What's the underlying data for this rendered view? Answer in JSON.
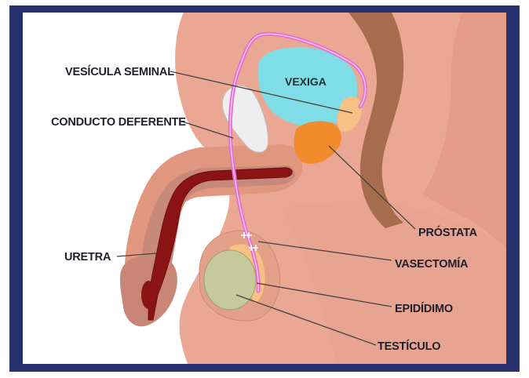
{
  "title": "",
  "labels": {
    "vesicula_seminal": "VESÍCULA SEMINAL",
    "conducto_deferente": "CONDUCTO DEFERENTE",
    "uretra": "URETRA",
    "vexiga": "VEXIGA",
    "prostata": "PRÓSTATA",
    "vasectomia": "VASECTOMÍA",
    "epididimo": "EPIDÍDIMO",
    "testiculo": "TESTÍCULO"
  },
  "colors": {
    "frame": "#26316d",
    "skin": "#e9a993",
    "skin_dark": "#d98f78",
    "bladder": "#7fdde8",
    "prostate": "#f08a2a",
    "vas_deferens": "#e46fd0",
    "urethra": "#8a1414",
    "testis": "#c6c99a",
    "epididymis": "#f7c185",
    "rectum": "#a9704e"
  }
}
